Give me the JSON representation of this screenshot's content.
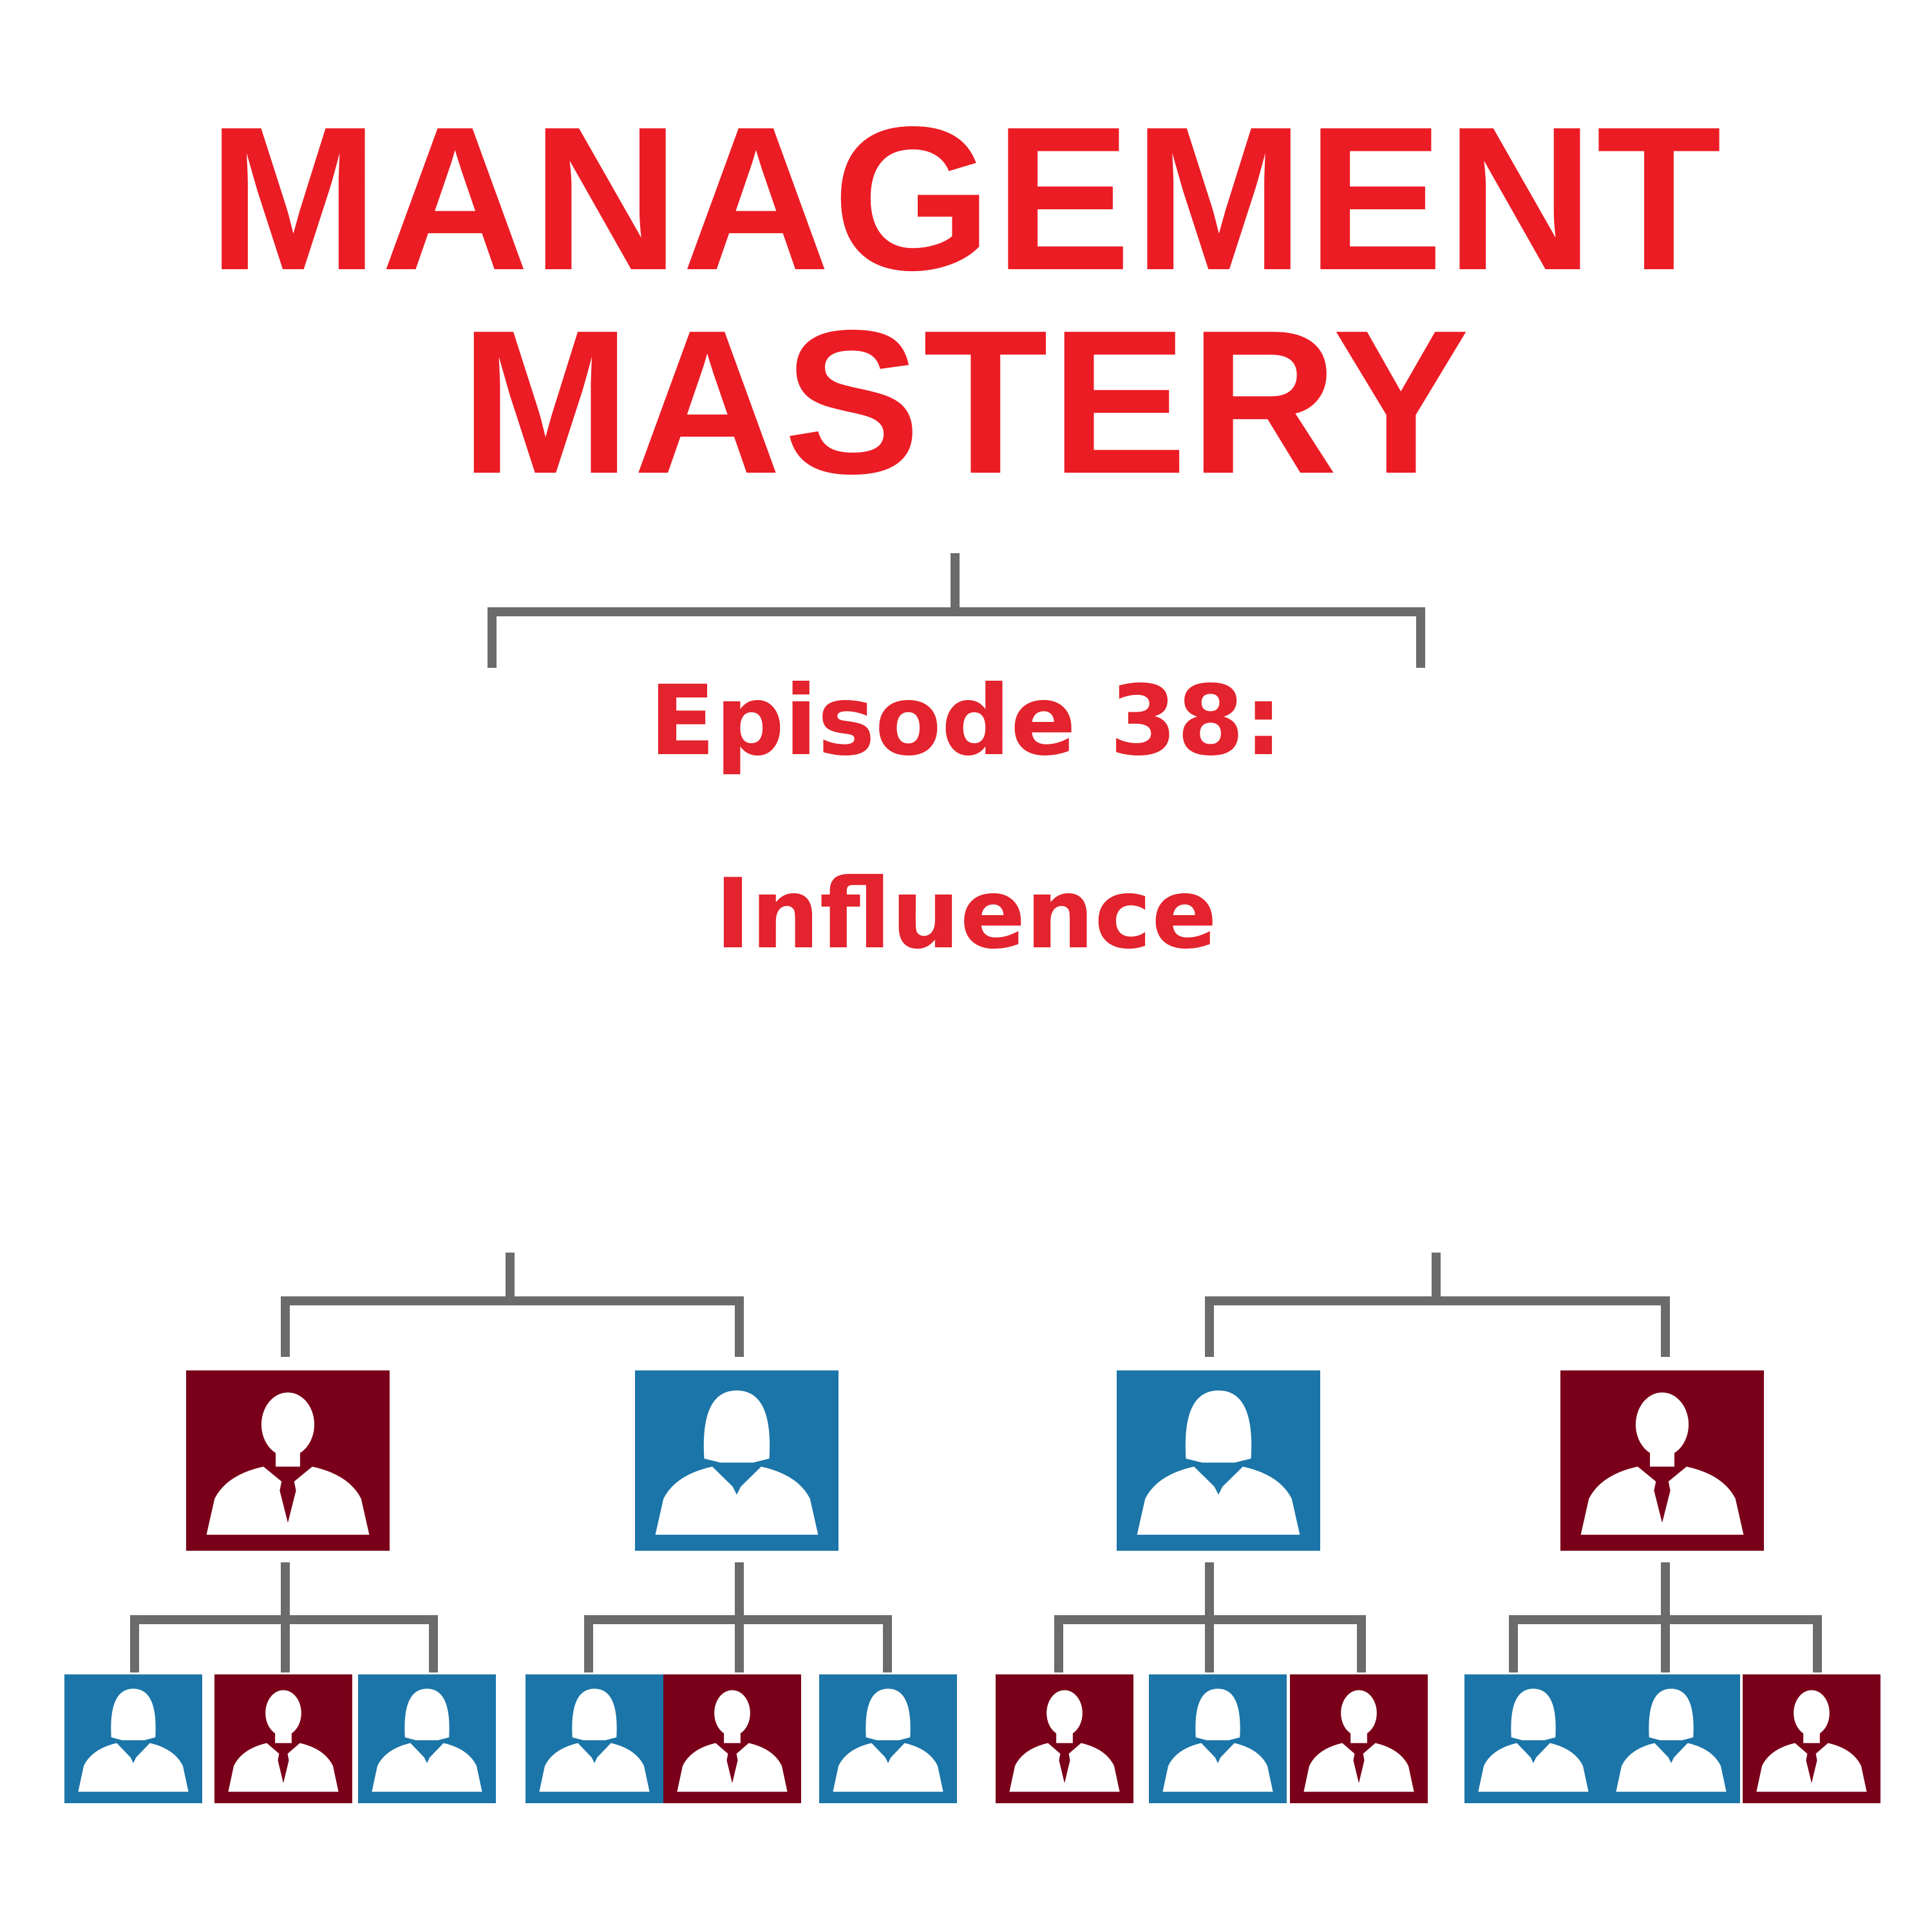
{
  "header": {
    "title_line1": "MANAGEMENT",
    "title_line2": "MASTERY",
    "episode": "Episode 38:",
    "topic": "Influence"
  },
  "colors": {
    "title_red": "#ec1c24",
    "connector_gray": "#6b6b6b",
    "male_tile": "#7a0019",
    "female_tile": "#1b75a8",
    "silhouette": "#ffffff"
  },
  "org_chart": {
    "managers": [
      {
        "gender": "male",
        "icon": "businessman-icon",
        "color": "#7a0019"
      },
      {
        "gender": "female",
        "icon": "businesswoman-icon",
        "color": "#1b75a8"
      },
      {
        "gender": "female",
        "icon": "businesswoman-icon",
        "color": "#1b75a8"
      },
      {
        "gender": "male",
        "icon": "businessman-icon",
        "color": "#7a0019"
      }
    ],
    "reports": [
      [
        "female",
        "male",
        "female"
      ],
      [
        "female",
        "male",
        "female"
      ],
      [
        "male",
        "female",
        "male"
      ],
      [
        "female",
        "female",
        "male"
      ]
    ]
  }
}
